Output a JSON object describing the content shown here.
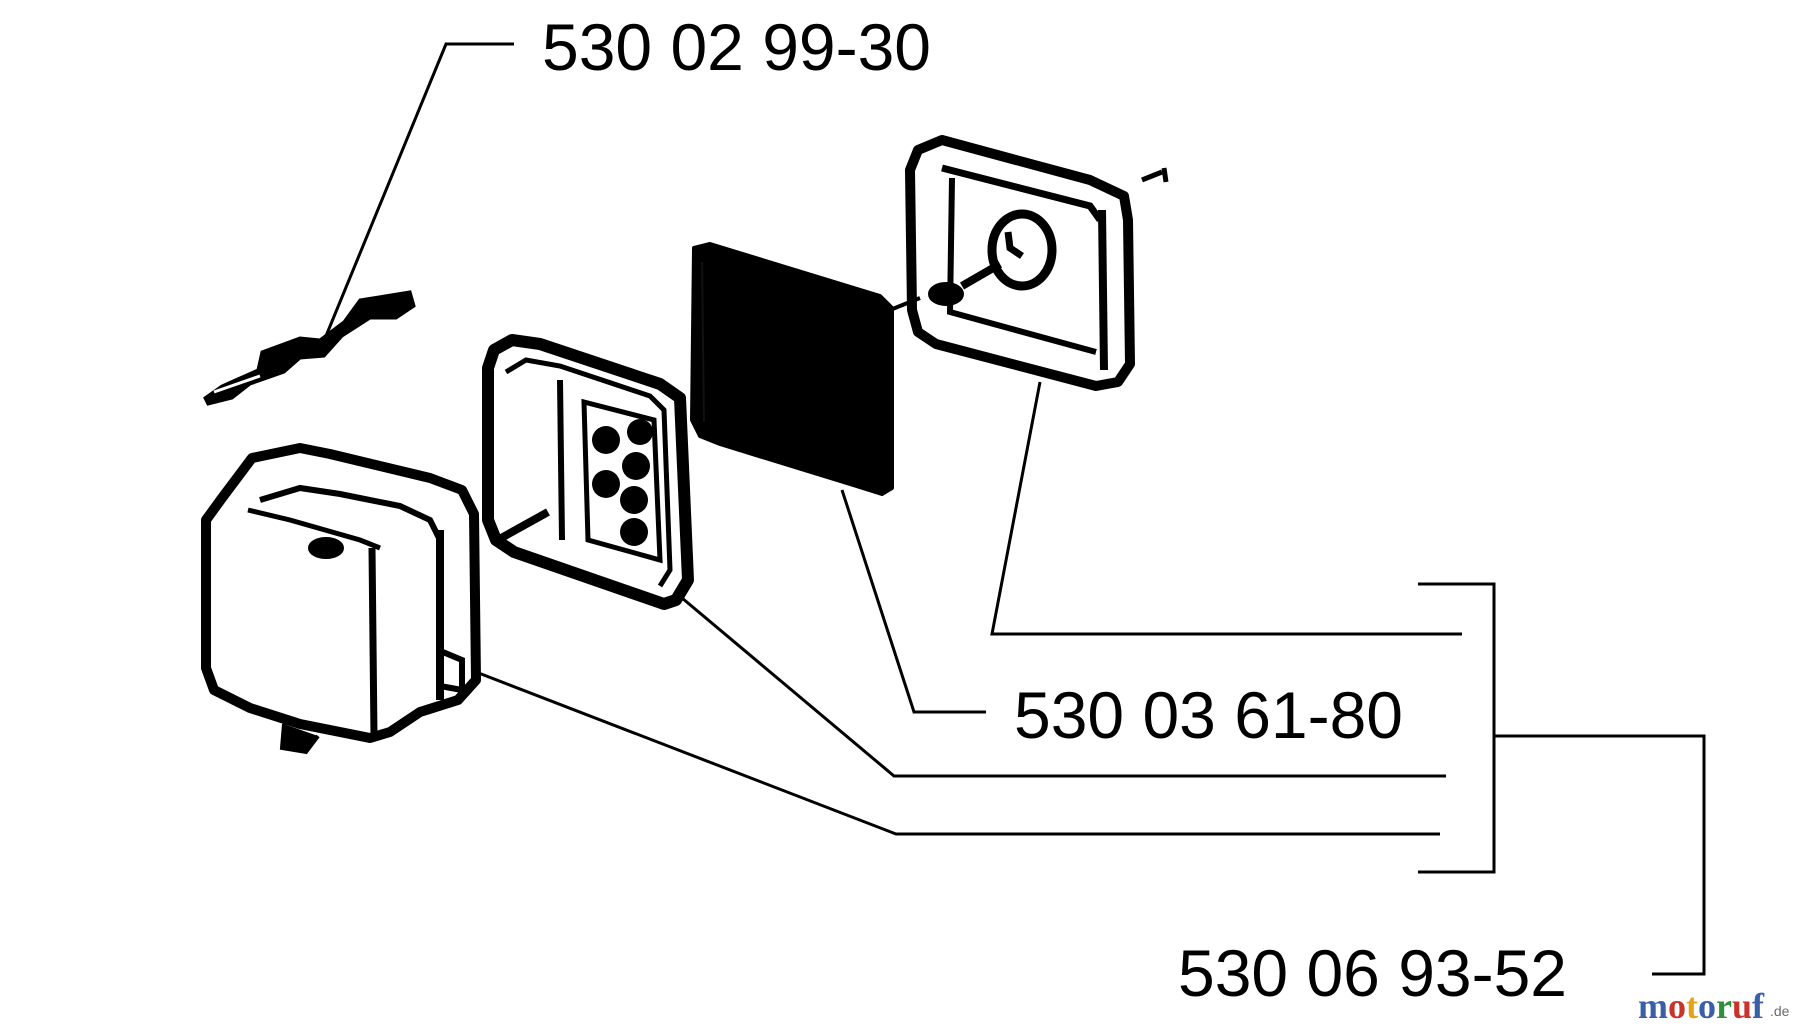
{
  "diagram": {
    "part_numbers": {
      "clip": "530 02 99-30",
      "filter_element": "530 03 61-80",
      "air_filter_assembly": "530 06 93-52"
    },
    "watermark": {
      "brand_letters": [
        "m",
        "o",
        "t",
        "o",
        "r",
        "u",
        "f"
      ],
      "tld": ".de",
      "brand_colors": [
        "#3a5fa8",
        "#c8342b",
        "#e3a21a",
        "#3a5fa8",
        "#2f8f3a",
        "#c8342b",
        "#3a5fa8"
      ]
    },
    "colors": {
      "line": "#000000",
      "background": "#ffffff"
    }
  }
}
